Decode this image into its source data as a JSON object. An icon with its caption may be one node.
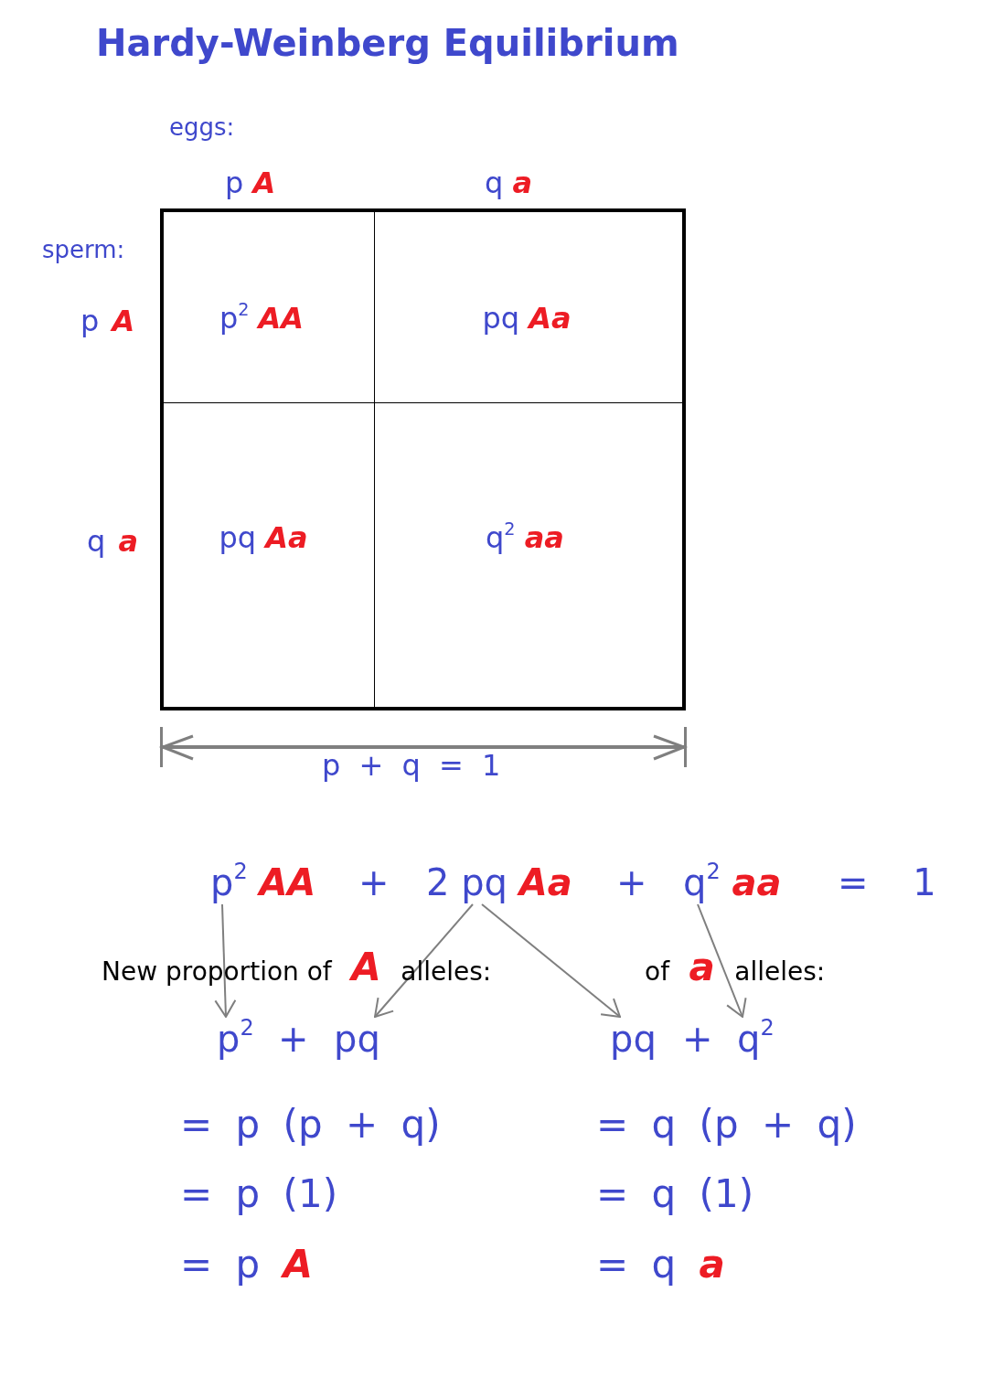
{
  "diagram": {
    "title": "Hardy-Weinberg Equilibrium",
    "nodes": [
      {
        "text": [
          "p$^{2}$ **AA**"
        ]
      },
      {
        "text": [
          "pq **Aa**"
        ]
      },
      {
        "text": [
          "pq **Aa**"
        ]
      },
      {
        "text": [
          "q$^{2}$ **aa**"
        ]
      },
      {
        "text": [
          "p$^{2}$ **AA**"
        ]
      },
      {
        "text": [
          "2 pq **Aa**"
        ]
      },
      {
        "text": [
          "q$^{2}$ **aa**"
        ]
      },
      {
        "text": [
          "p$^{2}$"
        ]
      },
      {
        "text": [
          "pq"
        ]
      },
      {
        "text": [
          "pq"
        ]
      },
      {
        "text": [
          "q$^{2}$"
        ]
      }
    ],
    "edges": [
      {
        "from": 4,
        "to": 7,
        "arrow": "to"
      },
      {
        "from": 5,
        "to": 8,
        "arrow": "to"
      },
      {
        "from": 5,
        "to": 9,
        "arrow": "to"
      },
      {
        "from": 6,
        "to": 10,
        "arrow": "to"
      }
    ],
    "labels": [
      "eggs:",
      "p **A**",
      "q **a**",
      "sperm:",
      "p **A**",
      "q **a**",
      "p + q = 1",
      "+",
      "+",
      "= 1",
      "New proportion of **A** alleles:",
      "of **a** alleles:",
      "+",
      "+",
      "= p (p + q)",
      "= q (p + q)",
      "= p (1)",
      "= q (1)",
      "= p **A**",
      "= q **a**"
    ]
  }
}
